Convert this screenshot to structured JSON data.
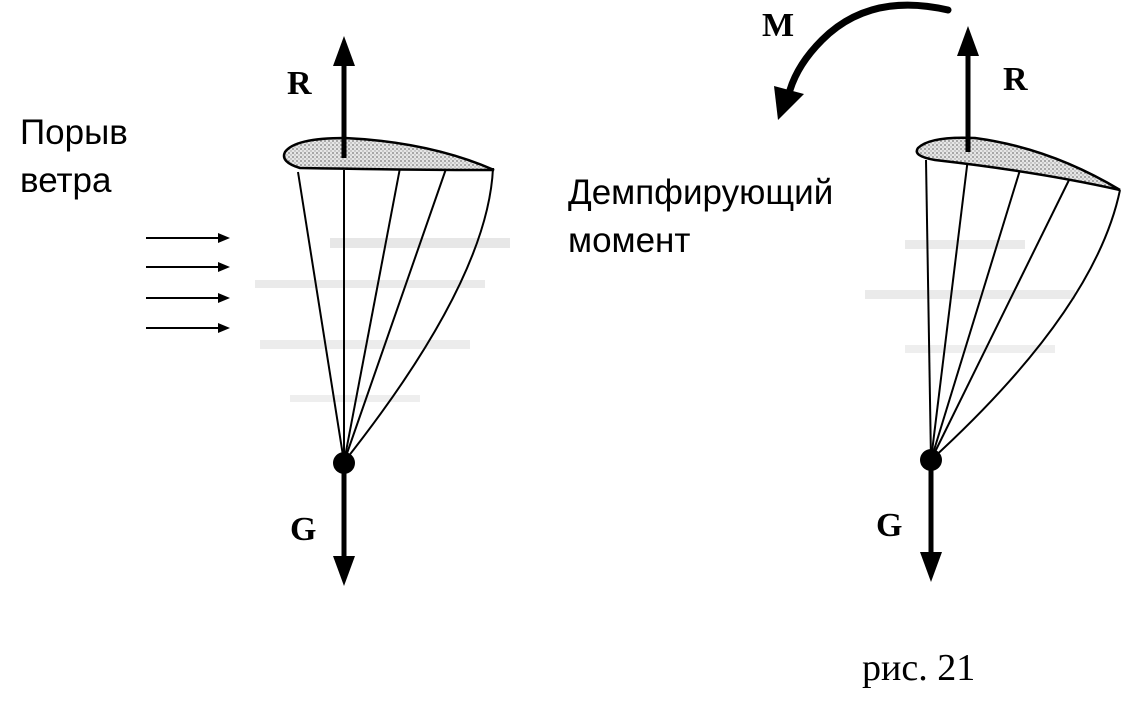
{
  "labels": {
    "left_reaction": "R",
    "left_weight": "G",
    "gust_line1": "Порыв",
    "gust_line2": "ветра",
    "moment": "M",
    "right_reaction": "R",
    "right_weight": "G",
    "damping_line1": "Демпфирующий",
    "damping_line2": "момент",
    "caption": "рис. 21"
  },
  "colors": {
    "ink": "#000000",
    "canopy_fill": "#d2d2d2",
    "smudge": "#9a9a9a"
  }
}
